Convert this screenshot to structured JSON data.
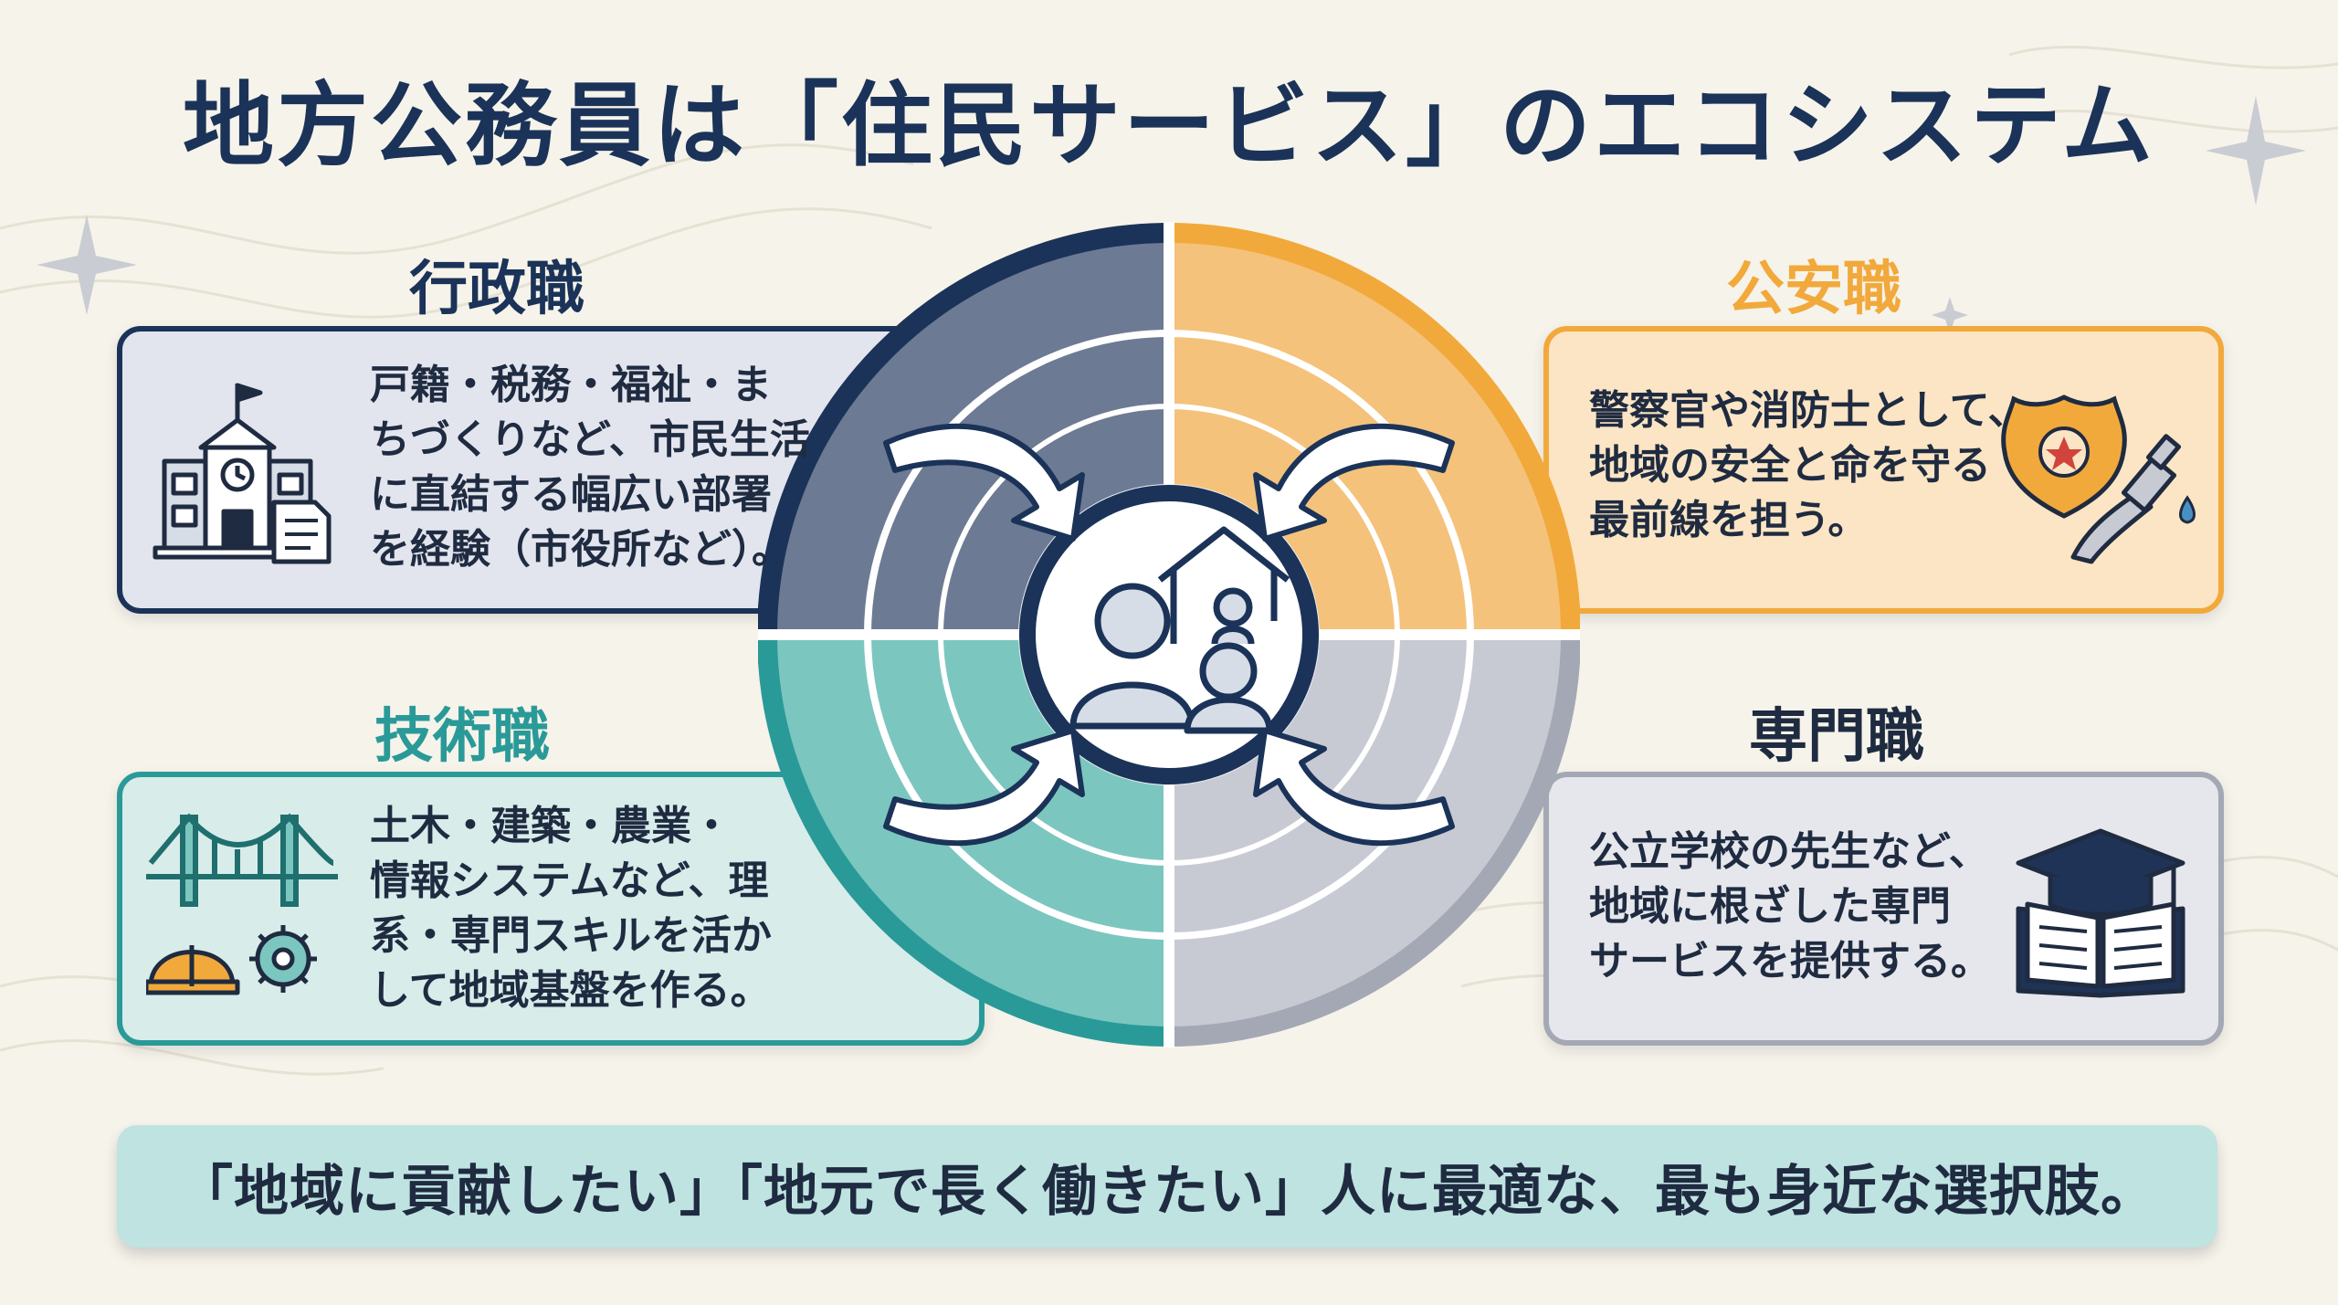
{
  "title": "地方公務員は「住民サービス」のエコシステム",
  "categories": [
    {
      "key": "gyosei",
      "title": "行政職",
      "color": "#1b3358",
      "description": "戸籍・税務・福祉・ま\nちづくりなど、市民生活\nに直結する幅広い部署\nを経験（市役所など）。",
      "icon": "city-hall-icon"
    },
    {
      "key": "koan",
      "title": "公安職",
      "color": "#f2a93b",
      "description": "警察官や消防士として、\n地域の安全と命を守る\n最前線を担う。",
      "icon": "police-badge-fire-hose-icon"
    },
    {
      "key": "gijutsu",
      "title": "技術職",
      "color": "#2a9a98",
      "description": "土木・建築・農業・\n情報システムなど、理\n系・専門スキルを活か\nして地域基盤を作る。",
      "icon": "bridge-helmet-gear-icon"
    },
    {
      "key": "senmon",
      "title": "専門職",
      "color": "#1f2b40",
      "description": "公立学校の先生など、\n地域に根ざした専門\nサービスを提供する。",
      "icon": "graduation-book-icon"
    }
  ],
  "center_icon": "residents-home-icon",
  "footer": "「地域に貢献したい」「地元で長く働きたい」人に最適な、最も身近な選択肢。"
}
